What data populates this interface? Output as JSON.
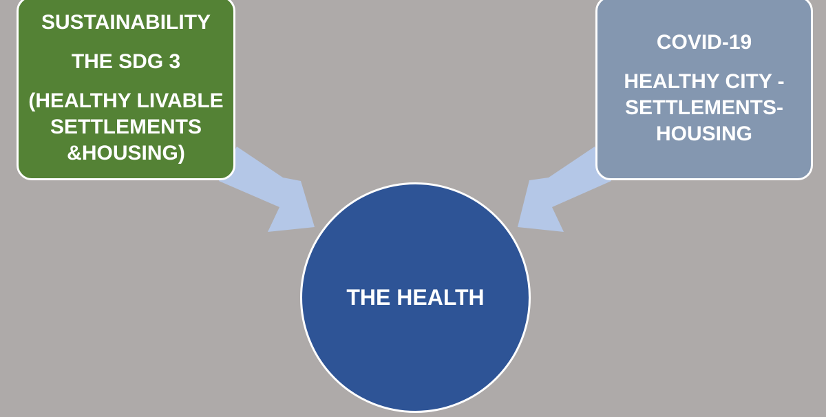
{
  "colors": {
    "background": "#aeaaa9",
    "left_box_fill": "#548235",
    "right_box_fill": "#8497b0",
    "circle_fill": "#2e5496",
    "arrow_fill": "#b4c7e7",
    "text": "#ffffff"
  },
  "left_box": {
    "line1": "SUSTAINABILITY",
    "line2": "THE SDG 3",
    "line3": "(HEALTHY LIVABLE",
    "line4": "SETTLEMENTS",
    "line5": "&HOUSING)"
  },
  "right_box": {
    "line1": "COVID-19",
    "line2": "HEALTHY CITY -",
    "line3": "SETTLEMENTS-",
    "line4": "HOUSING"
  },
  "center": {
    "label": "THE HEALTH"
  }
}
